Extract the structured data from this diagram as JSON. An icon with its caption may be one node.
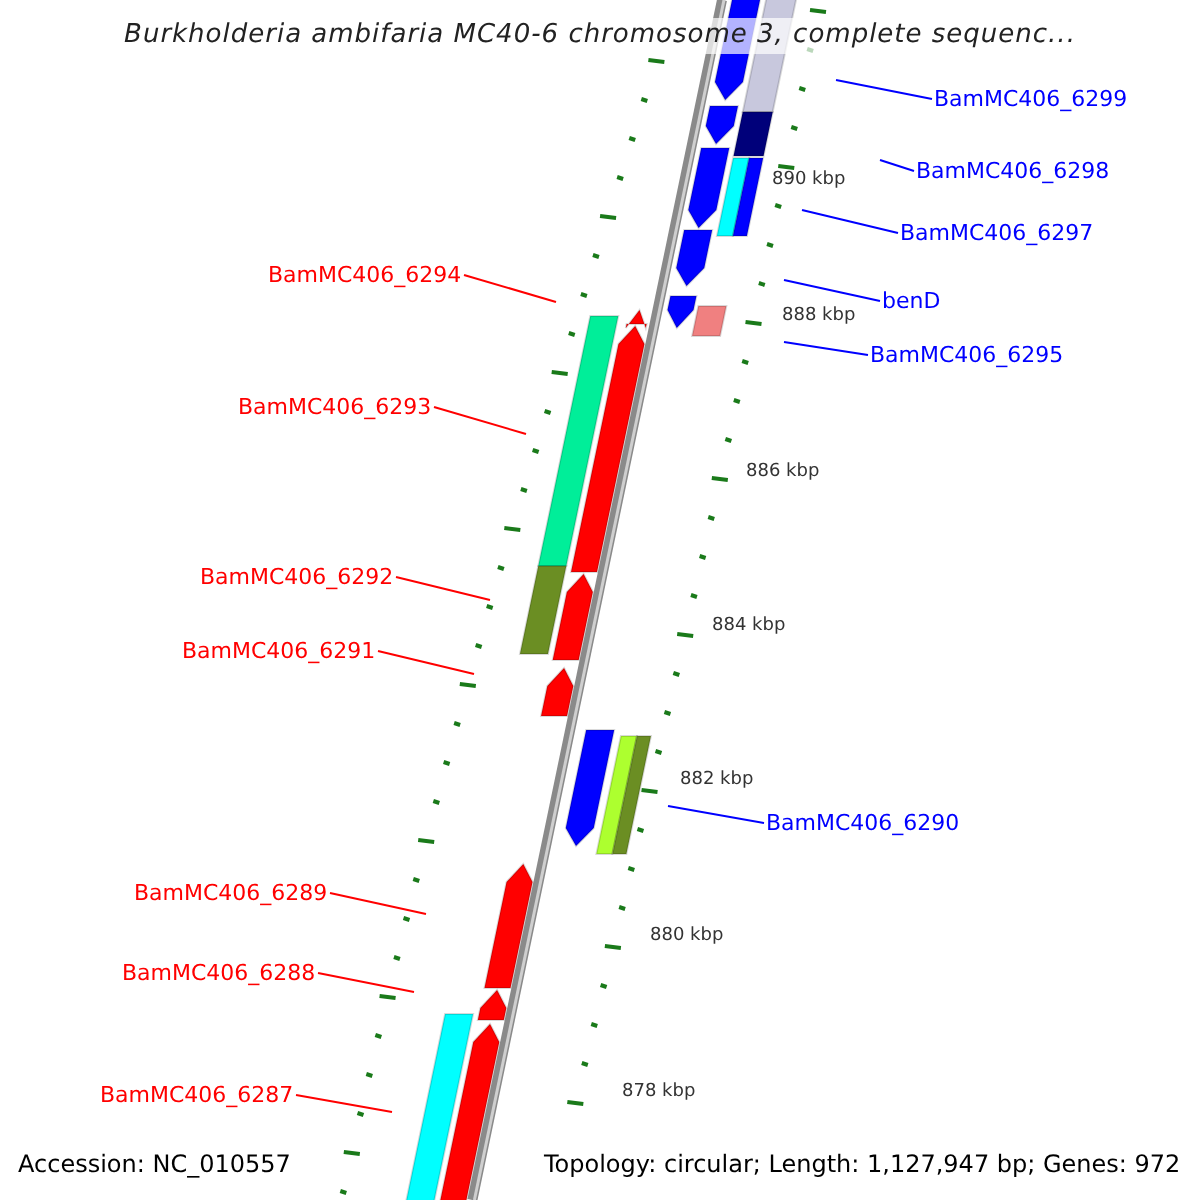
{
  "diagram": {
    "title": "Burkholderia ambifaria MC40-6 chromosome 3, complete sequenc...",
    "nodes": [
      {
        "text": [
          "BamMC406_6299"
        ]
      },
      {
        "text": [
          "BamMC406_6298"
        ]
      },
      {
        "text": [
          "BamMC406_6297"
        ]
      },
      {
        "text": [
          "BamMC406_6294"
        ]
      },
      {
        "text": [
          "benD"
        ]
      },
      {
        "text": [
          "BamMC406_6295"
        ]
      },
      {
        "text": [
          "BamMC406_6293"
        ]
      },
      {
        "text": [
          "BamMC406_6292"
        ]
      },
      {
        "text": [
          "BamMC406_6291"
        ]
      },
      {
        "text": [
          "BamMC406_6290"
        ]
      },
      {
        "text": [
          "BamMC406_6289"
        ]
      },
      {
        "text": [
          "BamMC406_6288"
        ]
      },
      {
        "text": [
          "BamMC406_6287"
        ]
      }
    ],
    "edges": [
      {
        "from": 0,
        "to": null,
        "arrow": "none",
        "color": "#0000ff"
      },
      {
        "from": 1,
        "to": null,
        "arrow": "none",
        "color": "#0000ff"
      },
      {
        "from": 2,
        "to": null,
        "arrow": "none",
        "color": "#0000ff"
      },
      {
        "from": 3,
        "to": null,
        "arrow": "none"
      },
      {
        "from": 4,
        "to": null,
        "arrow": "none",
        "color": "#0000ff"
      },
      {
        "from": 5,
        "to": null,
        "arrow": "none",
        "color": "#0000ff"
      },
      {
        "from": 6,
        "to": null,
        "arrow": "none"
      },
      {
        "from": 7,
        "to": null,
        "arrow": "none"
      },
      {
        "from": 8,
        "to": null,
        "arrow": "none"
      },
      {
        "from": 9,
        "to": null,
        "arrow": "none",
        "color": "#0000ff"
      },
      {
        "from": 10,
        "to": null,
        "arrow": "none"
      },
      {
        "from": 11,
        "to": null,
        "arrow": "none"
      },
      {
        "from": 12,
        "to": null,
        "arrow": "none"
      }
    ],
    "labels": [
      "890 kbp",
      "888 kbp",
      "886 kbp",
      "884 kbp",
      "882 kbp",
      "880 kbp",
      "878 kbp",
      "Accession: NC_010557",
      "Topology: circular; Length: 1,127,947 bp; Genes: 972"
    ]
  }
}
